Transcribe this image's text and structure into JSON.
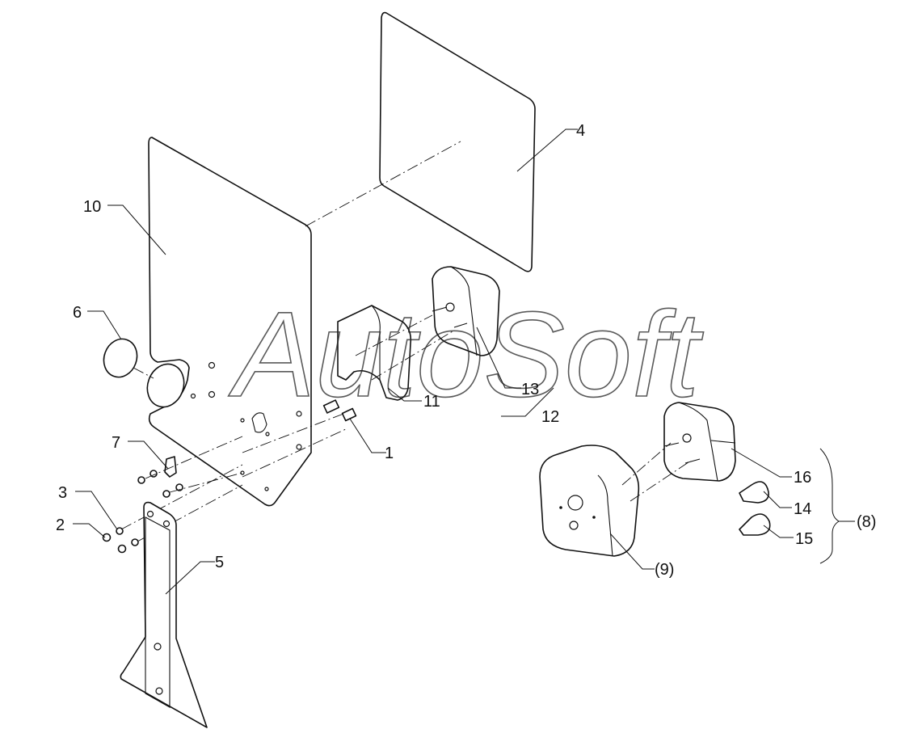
{
  "watermark": "AutoSoft",
  "callouts": [
    {
      "id": "c1",
      "label": "1"
    },
    {
      "id": "c2",
      "label": "2"
    },
    {
      "id": "c3",
      "label": "3"
    },
    {
      "id": "c4",
      "label": "4"
    },
    {
      "id": "c5",
      "label": "5"
    },
    {
      "id": "c6",
      "label": "6"
    },
    {
      "id": "c7",
      "label": "7"
    },
    {
      "id": "c8",
      "label": "(8)"
    },
    {
      "id": "c9",
      "label": "(9)"
    },
    {
      "id": "c10",
      "label": "10"
    },
    {
      "id": "c11",
      "label": "11"
    },
    {
      "id": "c12",
      "label": "12"
    },
    {
      "id": "c13",
      "label": "13"
    },
    {
      "id": "c14",
      "label": "14"
    },
    {
      "id": "c15",
      "label": "15"
    },
    {
      "id": "c16",
      "label": "16"
    }
  ]
}
